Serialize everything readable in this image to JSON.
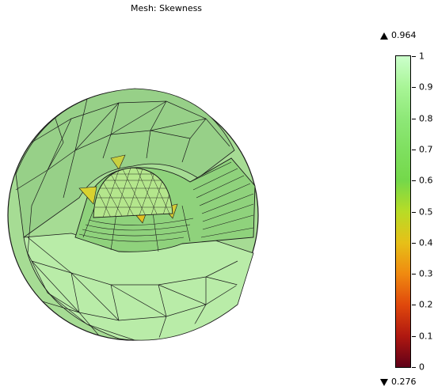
{
  "plot": {
    "title": "Mesh: Skewness",
    "max_value": "0.964",
    "min_value": "0.276"
  },
  "colorbar": {
    "ticks": [
      "1",
      "0.9",
      "0.8",
      "0.7",
      "0.6",
      "0.5",
      "0.4",
      "0.3",
      "0.2",
      "0.1",
      "0"
    ],
    "colors": {
      "top": "#ccffcc",
      "mid": "#74d84a",
      "yellow": "#e6c018",
      "orange": "#f08a10",
      "bottom": "#600018"
    }
  }
}
